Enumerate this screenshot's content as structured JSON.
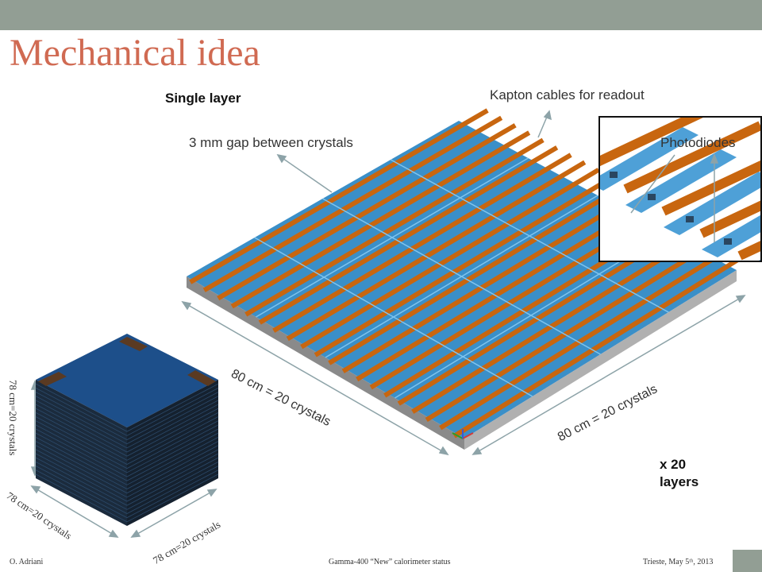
{
  "slide": {
    "title": "Mechanical idea",
    "footer": {
      "author": "O. Adriani",
      "center": "Gamma-400 “New” calorimeter status",
      "right": "Trieste, May 5ᵗʰ, 2013"
    }
  },
  "figure": {
    "single_layer": "Single layer",
    "kapton": "Kapton cables for readout",
    "gap": "3 mm gap between crystals",
    "photodiodes": "Photodiodes",
    "dim_left": "80 cm = 20 crystals",
    "dim_right": "80 cm = 20 crystals",
    "layers": "x 20 layers",
    "cube_vertical": "78 cm=20 crystals",
    "cube_left": "78 cm=20 crystals",
    "cube_right": "78 cm=20 crystals"
  },
  "colors": {
    "title": "#d06a52",
    "bar": "#929e94",
    "kapton": "#c8660f",
    "crystal": "#2f8fd0",
    "cube_top": "#1d4f8a",
    "cube_side": "#1a2a3c"
  }
}
